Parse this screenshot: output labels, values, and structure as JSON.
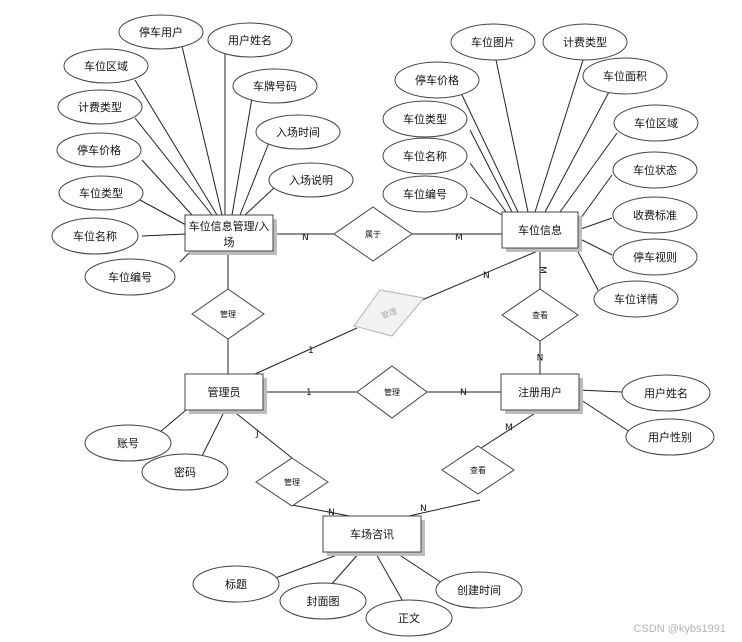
{
  "entities": {
    "parking_mgmt_line1": "车位信息管理/入",
    "parking_mgmt_line2": "场",
    "parking_info": "车位信息",
    "admin": "管理员",
    "registered_user": "注册用户",
    "consult": "车场咨讯"
  },
  "parking_mgmt_attrs": {
    "parking_user": "停车用户",
    "user_name": "用户姓名",
    "area": "车位区域",
    "plate_no": "车牌号码",
    "billing_type": "计费类型",
    "entry_time": "入场时间",
    "price": "停车价格",
    "entry_note": "入场说明",
    "slot_type": "车位类型",
    "slot_name": "车位名称",
    "slot_no": "车位编号"
  },
  "parking_info_attrs": {
    "image": "车位图片",
    "billing_type": "计费类型",
    "price": "停车价格",
    "area_size": "车位面积",
    "slot_type": "车位类型",
    "region": "车位区域",
    "slot_name": "车位名称",
    "status": "车位状态",
    "slot_no": "车位编号",
    "fee_standard": "收费标准",
    "video": "停车视则",
    "detail": "车位详情"
  },
  "admin_attrs": {
    "account": "账号",
    "password": "密码"
  },
  "user_attrs": {
    "name": "用户姓名",
    "gender": "用户性别"
  },
  "consult_attrs": {
    "title": "标题",
    "cover": "封面图",
    "body": "正文",
    "created": "创建时间"
  },
  "relations": {
    "belongs": "属于",
    "manage_left": "管理",
    "manage_center": "管理",
    "view_right": "查看",
    "manage_mid": "管理",
    "manage_bottom": "管理",
    "view_bottom": "查看"
  },
  "cardinality": {
    "belongs_left": "N",
    "belongs_right": "M",
    "info_top_right": "M",
    "center_n": "N",
    "center_1": "1",
    "view_n": "N",
    "admin_1": "1",
    "user_n": "N",
    "admin_j": "J",
    "consult_n_left": "N",
    "consult_n_right": "N",
    "user_m": "M"
  },
  "watermark": "CSDN @kybs1991"
}
